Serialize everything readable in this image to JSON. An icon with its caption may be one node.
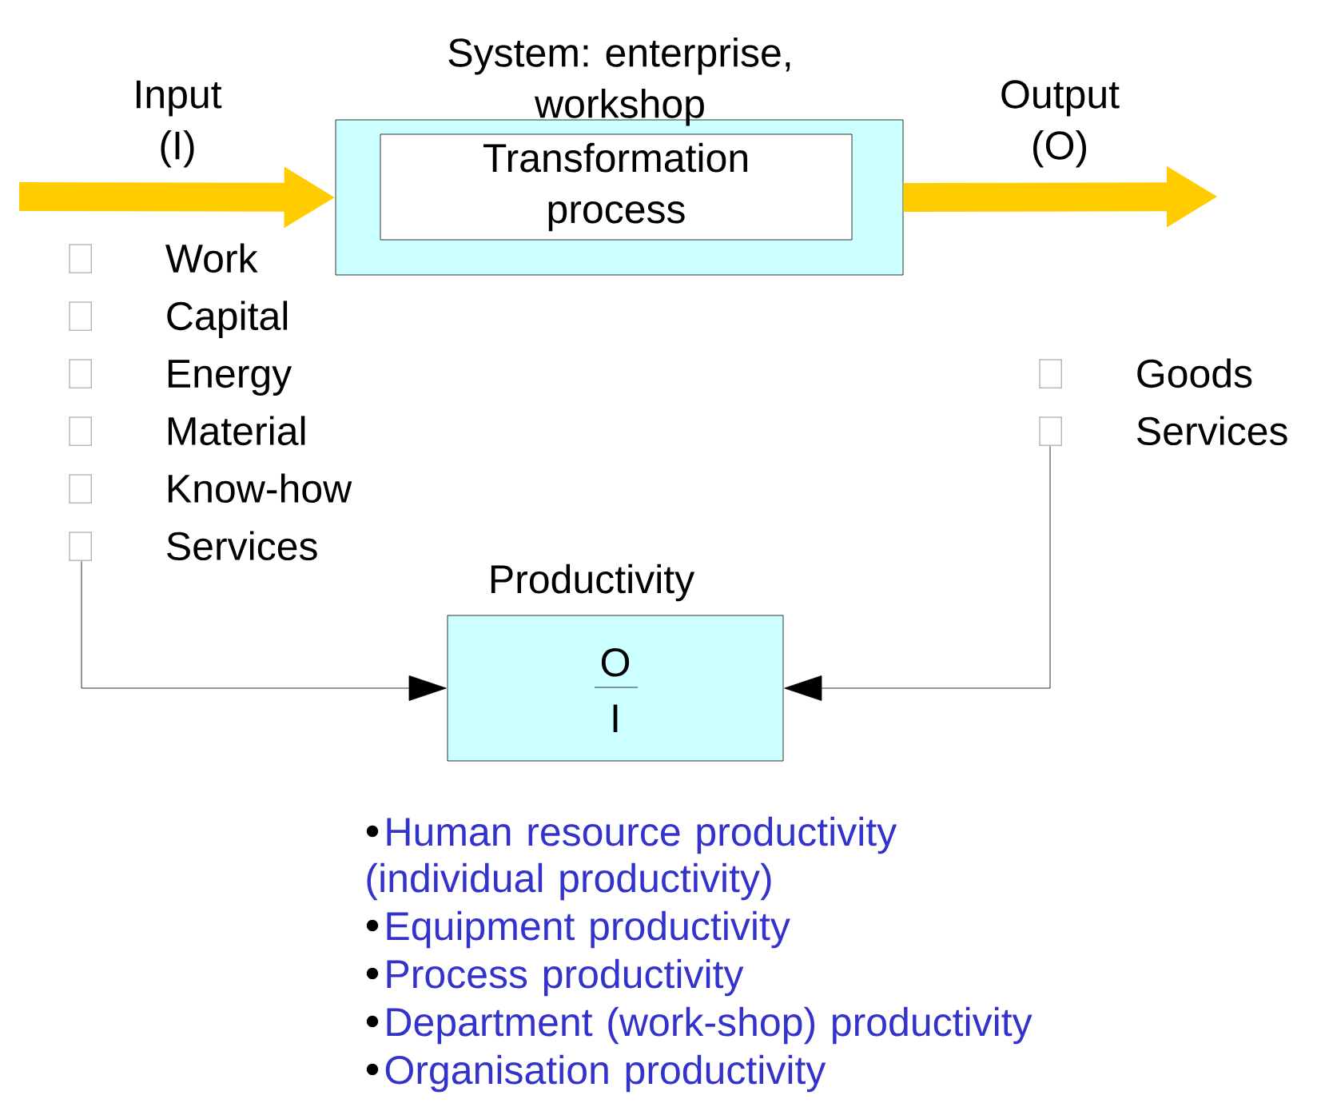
{
  "diagram": {
    "nodes": [
      {
        "text": [
          "System: enterprise, workshop"
        ]
      },
      {
        "text": [
          "Transformation process"
        ],
        "in": 0
      },
      {
        "text": [
          "Work",
          "Capital",
          "Energy",
          "Material",
          "Know-how",
          "Services"
        ]
      },
      {
        "text": [
          "Goods",
          "Services"
        ]
      },
      {
        "text": [
          "Productivity",
          "O",
          "I"
        ]
      }
    ],
    "edges": [
      {
        "from": null,
        "to": 0,
        "arrow": "to",
        "label": "Input (I)",
        "style": "thick",
        "color": "#ffcc00"
      },
      {
        "from": 0,
        "to": null,
        "arrow": "to",
        "label": "Output (O)",
        "style": "thick",
        "color": "#ffcc00"
      },
      {
        "from": 2,
        "to": 4,
        "arrow": "to",
        "color": "#000000"
      },
      {
        "from": 3,
        "to": 4,
        "arrow": "to",
        "color": "#000000"
      }
    ],
    "labels": [
      "Human resource productivity (individual productivity)",
      "Equipment productivity",
      "Process productivity",
      "Department (work-shop) productivity",
      "Organisation productivity"
    ]
  }
}
